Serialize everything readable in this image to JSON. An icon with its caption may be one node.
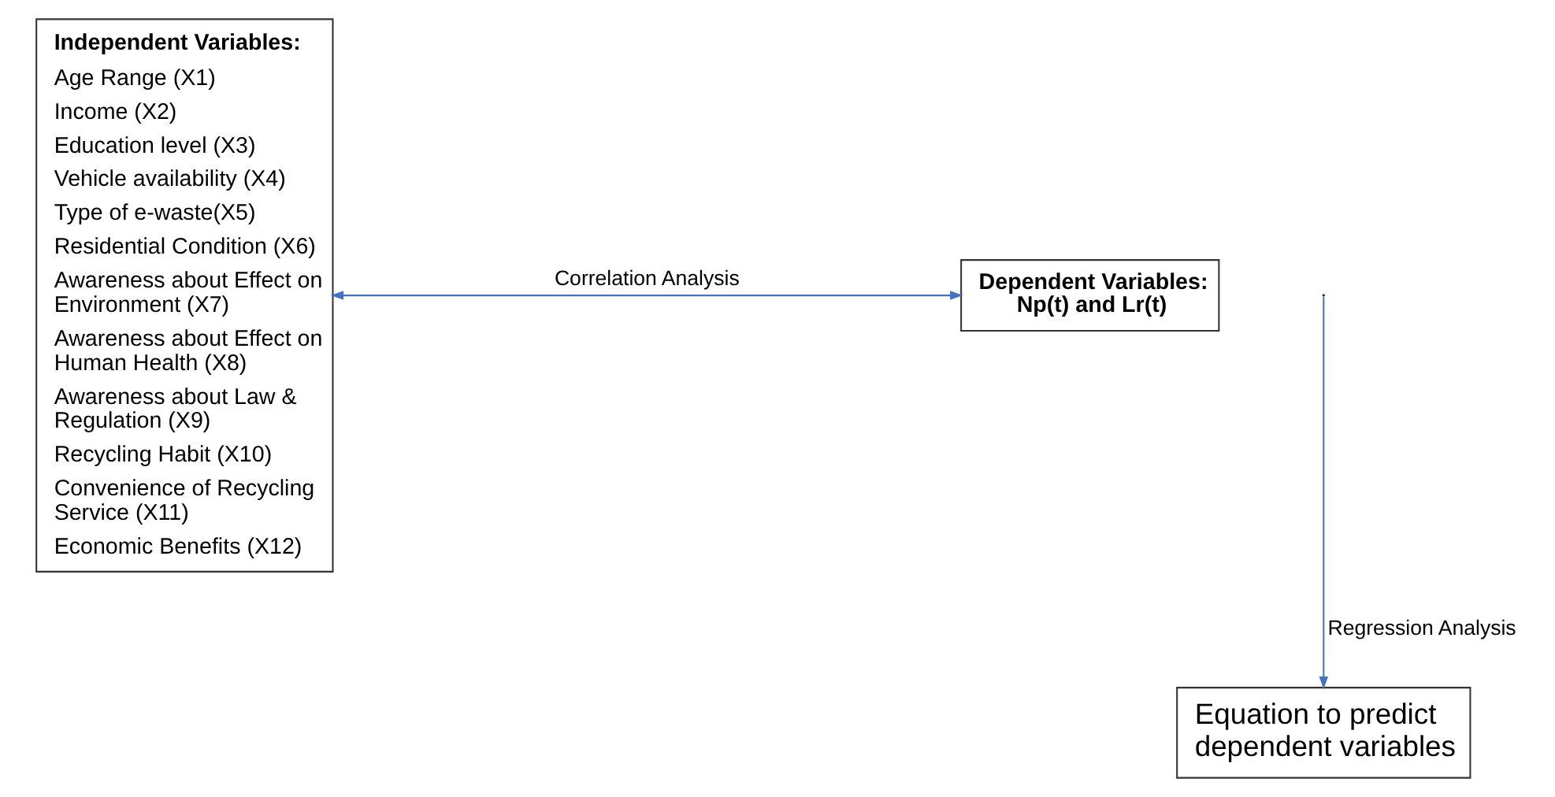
{
  "diagram": {
    "nodes": [
      {
        "text": [
          "Independent Variables:",
          "Age Range (X1)",
          "Income (X2)",
          "Education level (X3)",
          "Vehicle availability (X4)",
          "Type of e-waste(X5)",
          "Residential Condition (X6)",
          "Awareness about Effect on Environment (X7)",
          "Awareness about Effect on Human Health (X8)",
          "Awareness about Law & Regulation (X9)",
          "Recycling Habit (X10)",
          "Convenience of Recycling Service (X11)",
          "Economic Benefits (X12)"
        ]
      },
      {
        "text": [
          "Dependent Variables: Np(t) and Lr(t)"
        ]
      },
      {
        "text": [
          "Equation to predict dependent variables"
        ]
      }
    ],
    "edges": [
      {
        "from": 0,
        "to": 1,
        "arrow": "both",
        "label": "Correlation Analysis",
        "color": "#4472c4"
      },
      {
        "from": null,
        "to": 2,
        "arrow": "to",
        "label": "Regression Analysis",
        "color": "#4472c4"
      }
    ]
  }
}
